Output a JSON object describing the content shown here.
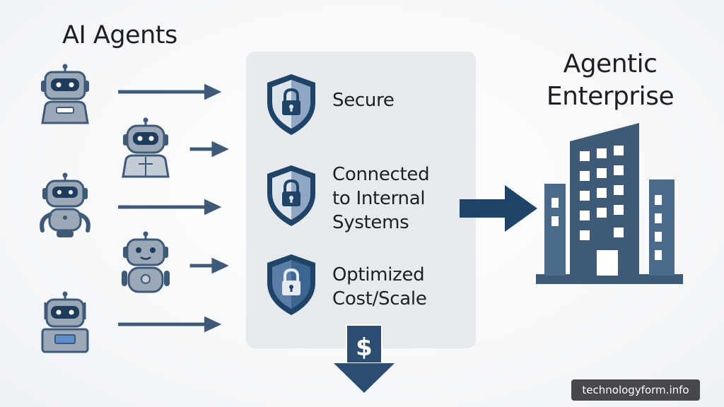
{
  "agents": {
    "title": "AI Agents",
    "count": 5
  },
  "gateway": {
    "features": [
      {
        "icon": "shield-lock-icon",
        "label_lines": [
          "Secure"
        ]
      },
      {
        "icon": "shield-lock-icon",
        "label_lines": [
          "Connected",
          "to Internal",
          "Systems"
        ]
      },
      {
        "icon": "shield-lock-icon",
        "label_lines": [
          "Optimized",
          "Cost/Scale"
        ]
      }
    ],
    "cost_symbol": "$"
  },
  "enterprise": {
    "title_lines": [
      "Agentic",
      "Enterprise"
    ],
    "icon": "office-building-icon"
  },
  "watermark": "technologyform.info",
  "colors": {
    "navy": "#1f4468",
    "slate": "#44607f",
    "robot_body": "#9aa8b7",
    "robot_outline": "#3e5a78",
    "panel": "#e6e9ed",
    "shield_light": "#dde4ec",
    "shield_mid": "#8fa7c2",
    "shield_dark": "#1f4468"
  }
}
